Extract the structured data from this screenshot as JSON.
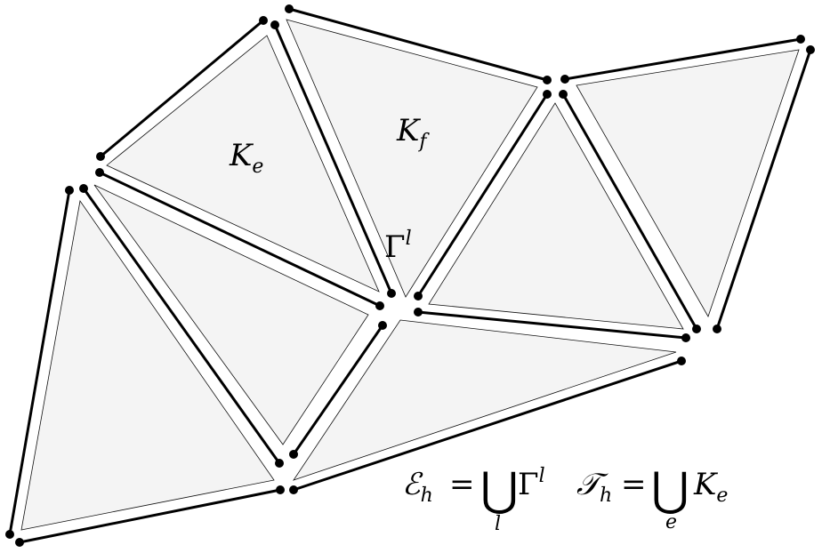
{
  "labels": {
    "k_e": {
      "main": "K",
      "sub": "e"
    },
    "k_f": {
      "main": "K",
      "sub": "f"
    },
    "gamma_l": {
      "main": "Γ",
      "sup": "l"
    }
  },
  "formula": {
    "edge_set": {
      "lhs": "ℰ",
      "lhs_sub": "h",
      "eq": "=",
      "union": "⋃",
      "index": "l",
      "term": "Γ",
      "term_sup": "l"
    },
    "mesh": {
      "lhs": "𝒯",
      "lhs_sub": "h",
      "eq": "=",
      "union": "⋃",
      "index": "e",
      "term": "K",
      "term_sub": "e"
    }
  },
  "colors": {
    "element_fill": "#f4f4f4",
    "edge": "#000000",
    "background": "#ffffff"
  }
}
